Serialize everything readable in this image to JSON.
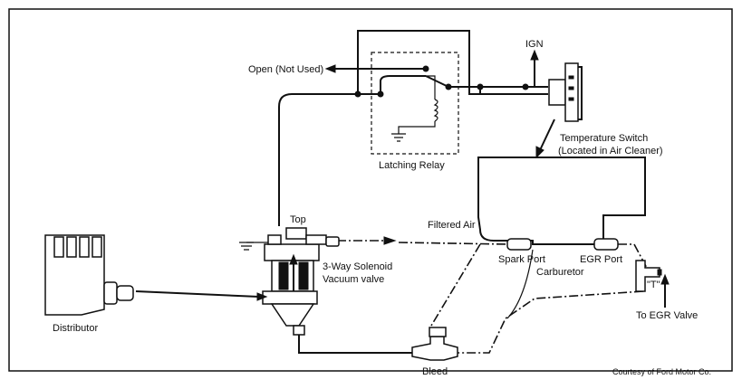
{
  "labels": {
    "open_not_used": "Open (Not Used)",
    "ign": "IGN",
    "temp_switch_line1": "Temperature Switch",
    "temp_switch_line2": "(Located in Air Cleaner)",
    "latching_relay": "Latching Relay",
    "filtered_air": "Filtered Air",
    "top": "Top",
    "solenoid_line1": "3-Way Solenoid",
    "solenoid_line2": "Vacuum valve",
    "spark_port": "Spark Port",
    "egr_port": "EGR Port",
    "carburetor": "Carburetor",
    "tee": "\"T\"",
    "to_egr_valve": "To EGR Valve",
    "distributor": "Distributor",
    "bleed": "Bleed",
    "courtesy": "Courtesy of Ford Motor Co."
  },
  "colors": {
    "line": "#111111",
    "background": "#ffffff"
  }
}
